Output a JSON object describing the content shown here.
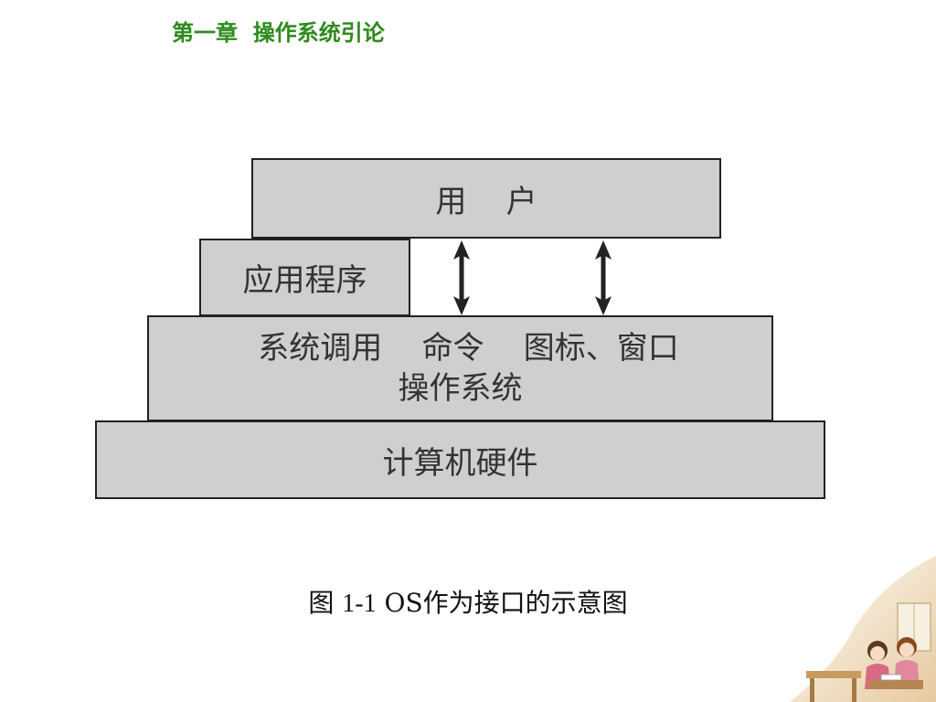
{
  "header": {
    "chapter_title": "第一章  操作系统引论"
  },
  "diagram": {
    "layers": {
      "user": "用    户",
      "app": "应用程序",
      "os_interfaces": "系统调用    命令    图标、窗口",
      "os_name": "操作系统",
      "hardware": "计算机硬件"
    }
  },
  "caption": {
    "label": "图",
    "number": "1-1",
    "text": "OS作为接口的示意图"
  },
  "colors": {
    "title": "#2e8a1e",
    "box_fill": "#cfcfcf",
    "box_border": "#222222"
  },
  "decoration": {
    "icon": "girls-reading-illustration-icon"
  }
}
